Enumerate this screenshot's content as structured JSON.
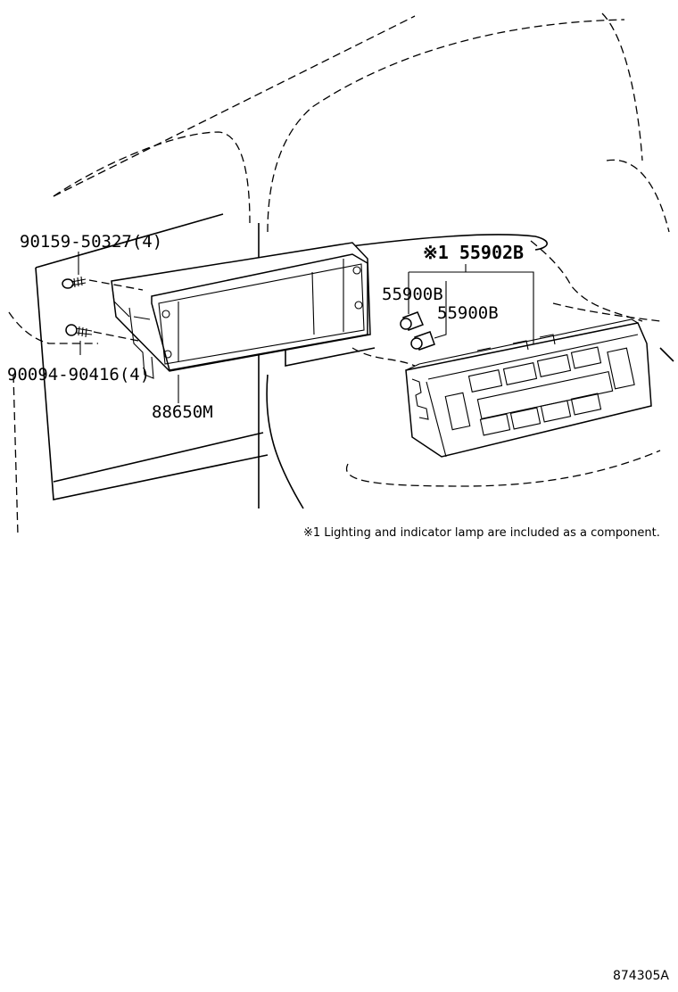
{
  "labels": {
    "screw_upper": "90159-50327(4)",
    "screw_lower": "90094-90416(4)",
    "pocket": "88650M",
    "panel": "※1 55902B",
    "bulb_upper": "55900B",
    "bulb_lower": "55900B"
  },
  "note": "※1 Lighting and indicator lamp are included as a component.",
  "figure_id": "874305A"
}
